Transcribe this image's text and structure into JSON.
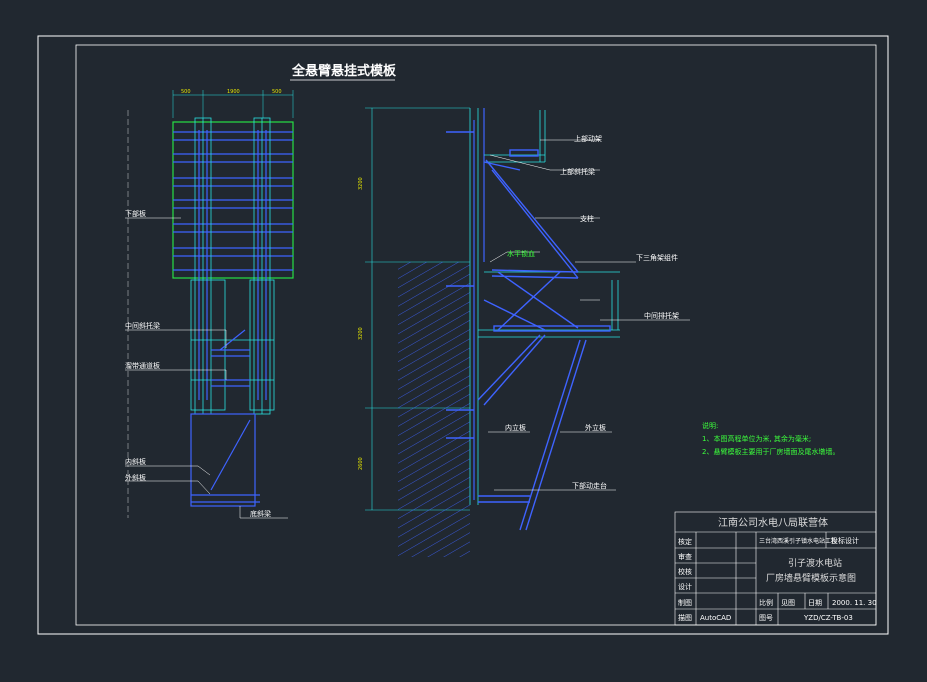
{
  "drawing": {
    "title": "全悬臂悬挂式模板",
    "dims_top": [
      "500",
      "1900",
      "500"
    ],
    "dims_side": [
      "3200",
      "3200",
      "2600"
    ],
    "left_labels": {
      "panel": "下部板",
      "mid_beam": "中间斜托梁",
      "walkway": "溜带通道板",
      "inner_board": "内斜板",
      "outer_board": "外斜板",
      "bottom_beam": "底斜梁"
    },
    "right_labels": {
      "upper_platform": "上部动架",
      "upper_beam": "上部斜托梁",
      "brace": "支柱",
      "horizontal": "水平锁血",
      "lower_truss": "下三角架组件",
      "mid_platform": "中间排托架",
      "inner_board": "内立板",
      "outer_board": "外立板",
      "bottom_platform": "下部动走台"
    },
    "notes": {
      "heading": "说明:",
      "line1": "1、本图高程单位为米, 其余为毫米;",
      "line2": "2、悬臂模板主要用于厂房墙面及尾水墩墙。"
    }
  },
  "title_block": {
    "company": "江南公司水电八局联营体",
    "row_labels": [
      "核定",
      "审查",
      "校核",
      "设计",
      "制图",
      "描图"
    ],
    "project": "三台湾西溪引子镇水电站工程",
    "stage": "投标设计",
    "drawing_name_1": "引子渡水电站",
    "drawing_name_2": "厂房墙悬臂模板示意图",
    "ratio_label": "比例",
    "ratio_value": "见图",
    "date_label": "日期",
    "date_value": "2000. 11. 30",
    "software": "AutoCAD",
    "no_label": "图号",
    "no_value": "YZD/CZ-TB-03"
  },
  "colors": {
    "background": "#212830",
    "frame": "#ffffff",
    "structure": "#3e63ff",
    "cyan": "#29e0e0",
    "green": "#27e044",
    "yellow": "#e8e800"
  }
}
